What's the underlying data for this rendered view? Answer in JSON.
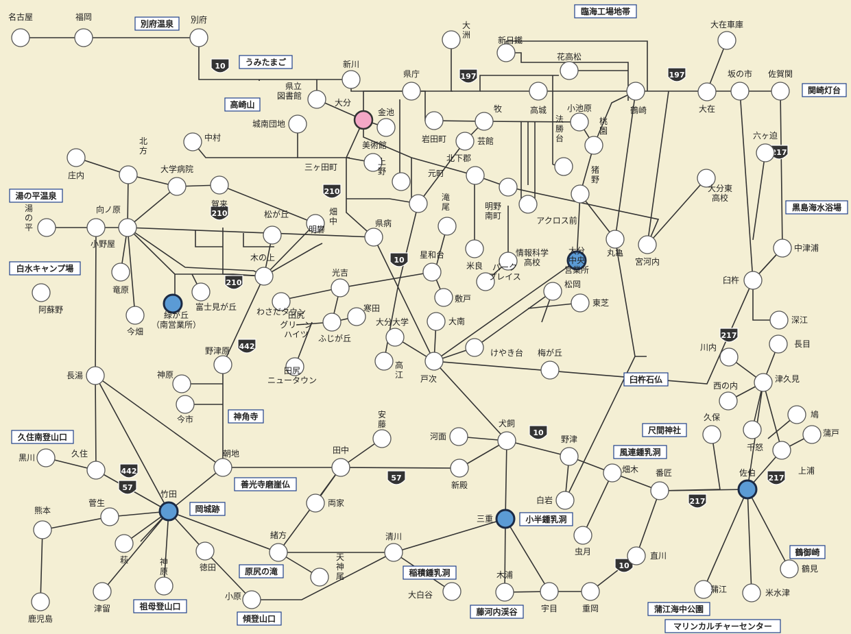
{
  "palette": {
    "background": "#f4efd4",
    "line": "#333333",
    "stop_fill": "#ffffff",
    "central_fill": "#f4a7c6",
    "office_fill": "#5b9bd5",
    "route_shield": "#333333"
  },
  "stops": {
    "nagoya": "名古屋",
    "fukuoka": "福岡",
    "beppu": "別府",
    "oita": "大分",
    "kinchi": "金池",
    "kenritsu_toshokan": "県立\n図書館",
    "shinkawa": "新川",
    "kencho": "県庁",
    "ozu": "大\n洲",
    "shinnittetsu": "新日鐵",
    "hanatakamatsu": "花高松",
    "tsurusaki": "鶴崎",
    "ozai": "大在",
    "ozai_shako": "大在車庫",
    "sakanoichi": "坂の市",
    "saganoseki": "佐賀関",
    "iwatamachi": "岩田町",
    "maki": "牧",
    "geikan": "芸館",
    "takajo": "高城",
    "koikebaru": "小池原",
    "momozono": "桃\n園",
    "hosho_dai": "法\n勝\n台",
    "jonan_danchi": "城南団地",
    "nakamura": "中村",
    "bijutsukan": "美術館",
    "ueno": "上\n野",
    "motomachi": "元町",
    "kitashimogori": "北下郡",
    "mitagacho": "三ヶ田町",
    "shonai": "庄内",
    "kitakata": "北\n方",
    "daigaku_byoin": "大学病院",
    "kaku": "賀来",
    "mukainohara": "向ノ原",
    "yunohira": "湯\nの\n平",
    "onoya": "小野屋",
    "matsugaoka": "松が丘",
    "hatanaka": "畑\n中",
    "kenbyo": "県病",
    "meiban": "明礬",
    "kinoue": "木の上",
    "takio": "滝\n尾",
    "akeno_minamimachi": "明野\n南町",
    "acros_mae": "アクロス前",
    "inokuma": "猪\n野",
    "oita_higashi_koko": "大分東\n高校",
    "rokkasako": "六ヶ迫",
    "marukame": "丸亀",
    "miyagawachi": "宮河内",
    "nakatsuura": "中津浦",
    "usuki": "臼杵",
    "fukae": "深江",
    "tatsuhara": "竜原",
    "imahata": "今畑",
    "fujimigaoka": "富士見が丘",
    "midorigaoka": "緑が丘\n（南営業所）",
    "wasada_town": "わさだタウン",
    "mitsuyoshi": "光吉",
    "kanda": "寒田",
    "hoshiwadai": "星和台",
    "shikido": "敷戸",
    "yonera": "米良",
    "johokagaku_koko": "情報科学\n高校",
    "park_place": "パーク\nプレイス",
    "oita_chuo_eigyosho": "大分\n中央\n営業所",
    "matsuoka": "松岡",
    "toshiba": "東芝",
    "oita_daigaku": "大分大学",
    "taketsuru_kou": "高\n江",
    "ominami": "大南",
    "tashiri_green_heights": "田尻\nグリーン\nハイツ",
    "fujigaoka": "ふじが丘",
    "tashiri_newtown": "田尻\nニュータウン",
    "notsuharu": "野津原",
    "hetsugi": "戸次",
    "keyakidai": "けやき台",
    "umegaoka": "梅が丘",
    "kawachi": "川内",
    "nagame": "長目",
    "tsukumi": "津久見",
    "nishinouchi": "西の内",
    "kubo": "久保",
    "shima": "鳩",
    "kamiura": "上浦",
    "senju": "千怒",
    "tsuruya": "蒲戸",
    "saiki": "佐伯",
    "banjo": "番匠",
    "hataki": "畑木",
    "notsu": "野津",
    "shiraiwa": "白岩",
    "mushizuki": "虫月",
    "naokawa": "直川",
    "nagayu": "長湯",
    "kamibaru": "神原",
    "imaichi": "今市",
    "kuju": "久住",
    "kurokawa": "黒川",
    "asaji": "朝地",
    "tanaka": "田中",
    "ando": "安\n藤",
    "ryoke": "両家",
    "kawamo": "河面",
    "inukai": "犬飼",
    "shindono": "新殿",
    "mie": "三重",
    "taketa": "竹田",
    "kumamoto": "熊本",
    "aoyagi": "菅生",
    "hagi": "萩",
    "jinbara": "神\n原",
    "tsudome": "津留",
    "kagoshima": "鹿児島",
    "ogata": "緒方",
    "tenjinbi": "天\n神\n尾",
    "kiyokawa": "清川",
    "tokuda": "徳田",
    "obara": "小原",
    "oshiroya": "大白谷",
    "kiura": "木浦",
    "ume": "宇目",
    "shigeoka": "重岡",
    "kamae": "蒲江",
    "yonemizu": "米水津",
    "tsurumi": "鶴見",
    "asokono": "阿蘇野"
  },
  "labels": {
    "rinkai": "臨海工場地帯",
    "beppu_onsen": "別府温泉",
    "umitamago": "うみたまご",
    "takasakiyama": "高崎山",
    "sekizaki": "関崎灯台",
    "kuroshima": "黒島海水浴場",
    "yunohira_onsen": "湯の平温泉",
    "shiramizu_camp": "白水キャンプ場",
    "jinkakuji": "神角寺",
    "kuju_tozan": "久住南登山口",
    "zenkoji": "善光寺磨崖仏",
    "okajo": "岡城跡",
    "sobo_tozan": "祖母登山口",
    "harajiri_falls": "原尻の滝",
    "katamuki_tozan": "傾登山口",
    "inazumi_cave": "稲積鍾乳洞",
    "fujikawachi": "藤河内渓谷",
    "konabe_cave": "小半鍾乳洞",
    "furen_cave": "風連鍾乳洞",
    "usuki_sekibutsu": "臼杵石仏",
    "shakuma_jinja": "尺間神社",
    "kamae_park": "蒲江海中公園",
    "marine_culture": "マリンカルチャーセンター",
    "tsurumisaki": "鶴御崎"
  },
  "routes": {
    "r10a": "10",
    "r10b": "10",
    "r10c": "10",
    "r10d": "10",
    "r197a": "197",
    "r197b": "197",
    "r210a": "210",
    "r210b": "210",
    "r210c": "210",
    "r217a": "217",
    "r217b": "217",
    "r217c": "217",
    "r217d": "217",
    "r442a": "442",
    "r442b": "442",
    "r57a": "57",
    "r57b": "57"
  }
}
